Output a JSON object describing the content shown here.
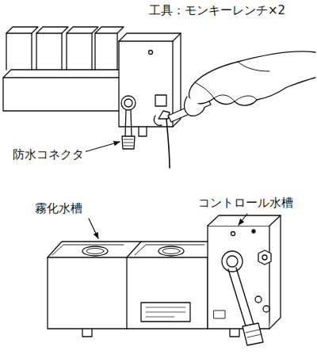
{
  "diagram": {
    "labels": [
      "工具：モンキーレンチ×2",
      "防水コネクタ",
      "霧化水槽",
      "コントロール水槽"
    ]
  }
}
